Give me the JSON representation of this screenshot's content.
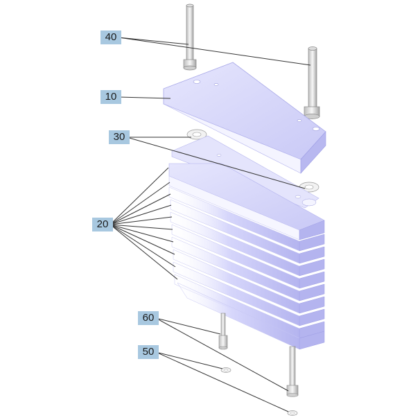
{
  "callouts": {
    "pins_top": "40",
    "top_plate": "10",
    "washers": "30",
    "plates": "20",
    "pins_bottom": "60",
    "rings_bottom": "50"
  },
  "colors": {
    "plate_face": "#d9d9fb",
    "plate_edge": "#b8b8f0",
    "plate_side": "#ffffff",
    "leader": "#333333",
    "callout_bg": "#a8c8e0",
    "metal": "#e8e8e8"
  }
}
